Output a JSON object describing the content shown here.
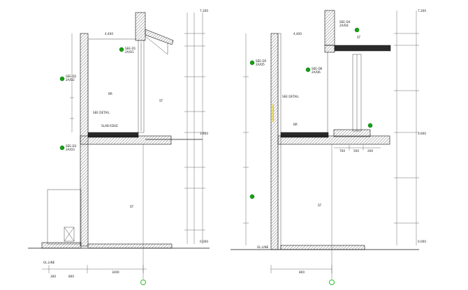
{
  "colors": {
    "tag": "#15a215",
    "axis": "#19b519",
    "accent": "#e8d000",
    "line": "#111111"
  },
  "left": {
    "upper_room": "BR",
    "upper_right": "ST",
    "lower_room": "ST",
    "tag1": "SEE-D1",
    "tag1b": "2A/D1",
    "tag2": "SEE-D2",
    "tag2b": "2A/D2",
    "tag3": "SEE-D3",
    "tag3b": "2A/D3",
    "top_dim": "4,400",
    "bottom_dim": "3400",
    "bottom_left_dim": "300",
    "bottom_mid_dim": "800",
    "bottom_level": "0.000",
    "upper_level": "3.600",
    "roof_level": "7.200",
    "note1": "GL.LINE",
    "note2": "SEE DETAIL",
    "note3": "SLAB EDGE"
  },
  "right": {
    "upper_room": "BR",
    "upper_right": "ST",
    "lower_room": "ST",
    "tag1": "SEE-D4",
    "tag1b": "2A/D4",
    "tag2": "SEE-D5",
    "tag2b": "2A/D5",
    "tag3": "SEE-D6",
    "tag3b": "2A/D6",
    "top_dim": "4,400",
    "bottom_dim": "800",
    "bottom_level": "0.000",
    "upper_level": "3.600",
    "roof_level": "7.200",
    "dim_a": "700",
    "dim_b": "500",
    "dim_c": "200",
    "note1": "GL.LINE",
    "note2": "SEE DETAIL"
  }
}
